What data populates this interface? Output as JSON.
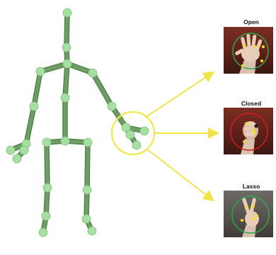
{
  "colors": {
    "bone": "#6e9e65",
    "bone_stroke": "#4e7e47",
    "joint": "#a6dfa2",
    "joint_stroke": "#7fbf7a",
    "highlight": "#f2e84a",
    "arrow": "#f0e44c",
    "dot": "#f0e020",
    "open_ring": "#2ea84a",
    "closed_ring": "#d81c1c",
    "lasso_ring": "#2ea84a"
  },
  "skeleton": {
    "part": "human-body-skeleton",
    "joint_icon": "circle",
    "highlighted_joint": "right-hand"
  },
  "gestures": [
    {
      "label": "Open",
      "hand_icon": "open-hand",
      "ring_color": "#2ea84a"
    },
    {
      "label": "Closed",
      "hand_icon": "closed-fist",
      "ring_color": "#d81c1c"
    },
    {
      "label": "Lasso",
      "hand_icon": "two-finger-lasso",
      "ring_color": "#2ea84a"
    }
  ]
}
